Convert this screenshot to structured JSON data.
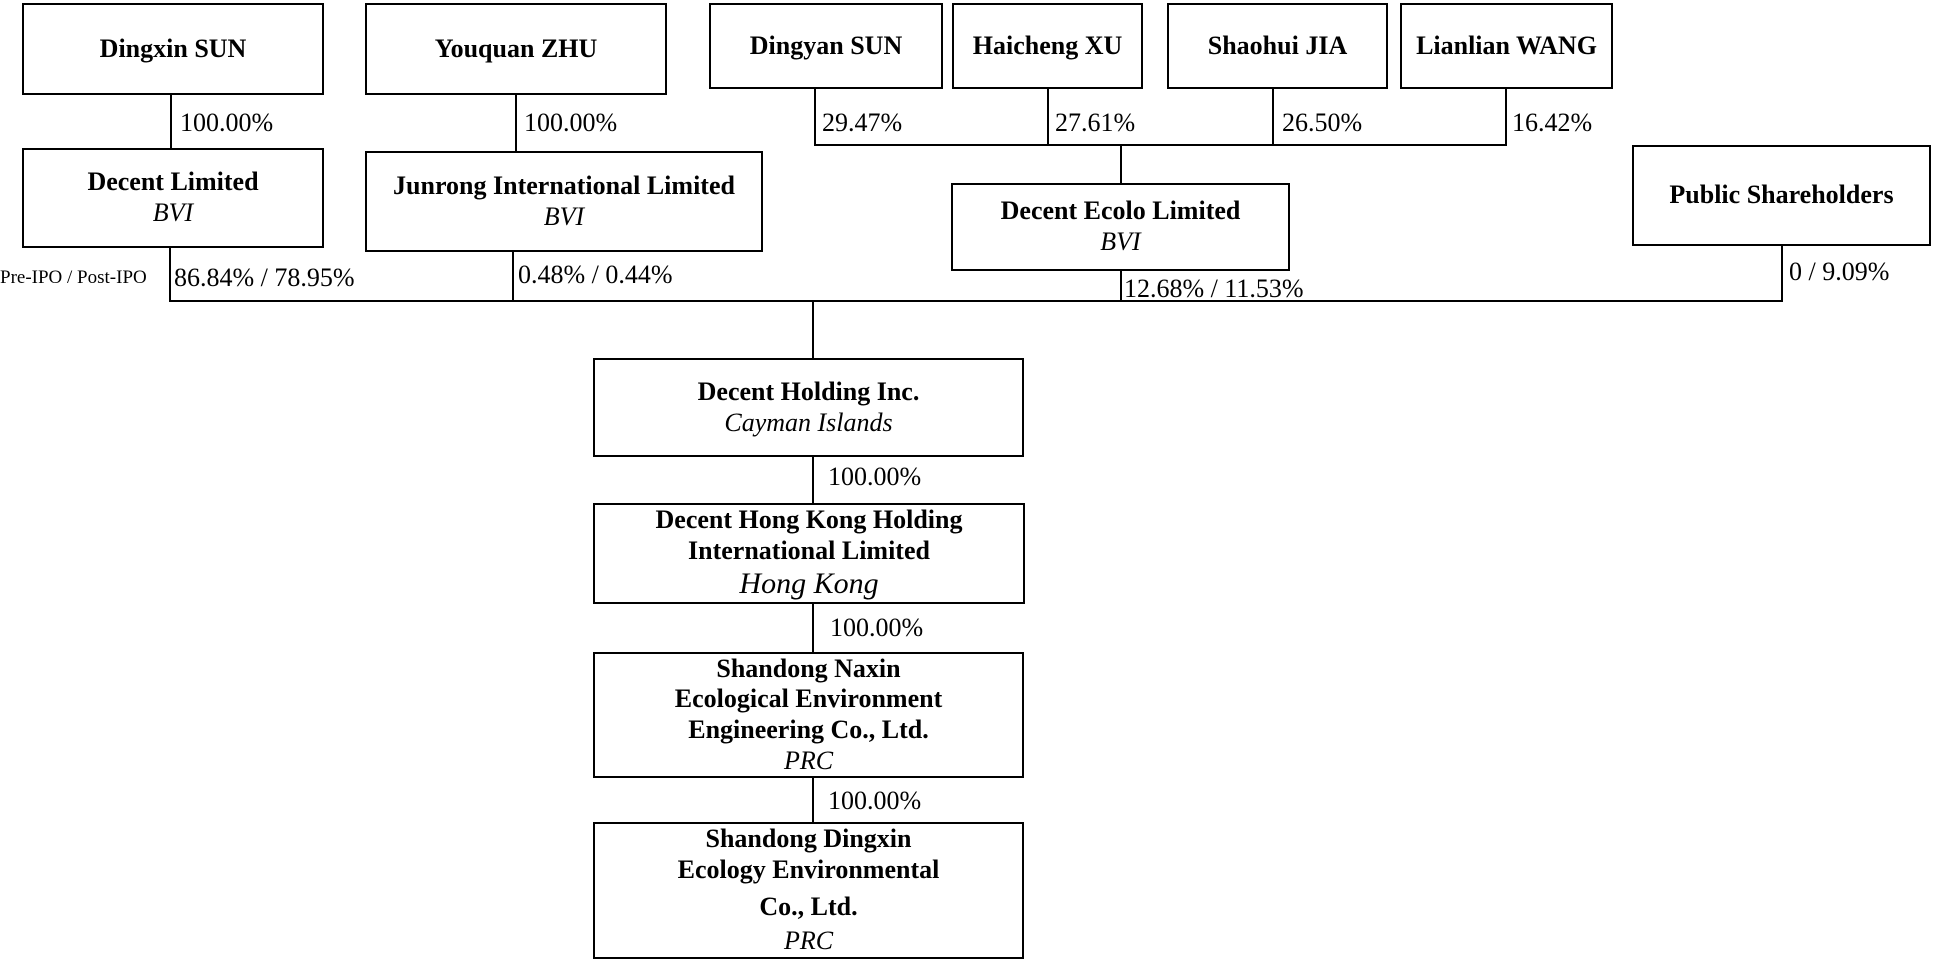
{
  "phase_label": "Pre-IPO / Post-IPO",
  "entities": {
    "dingxin_sun": {
      "name": "Dingxin SUN"
    },
    "youquan_zhu": {
      "name": "Youquan ZHU"
    },
    "dingyan_sun": {
      "name": "Dingyan SUN"
    },
    "haicheng_xu": {
      "name": "Haicheng XU"
    },
    "shaohui_jia": {
      "name": "Shaohui JIA"
    },
    "lianlian_wang": {
      "name": "Lianlian WANG"
    },
    "decent_limited": {
      "name": "Decent Limited",
      "jurisdiction": "BVI"
    },
    "junrong": {
      "name": "Junrong International Limited",
      "jurisdiction": "BVI"
    },
    "decent_ecolo": {
      "name": "Decent Ecolo Limited",
      "jurisdiction": "BVI"
    },
    "public": {
      "name": "Public Shareholders"
    },
    "decent_holding": {
      "name": "Decent Holding Inc.",
      "jurisdiction": "Cayman Islands"
    },
    "decent_hk": {
      "name_line1": "Decent Hong Kong Holding",
      "name_line2": "International Limited",
      "jurisdiction": "Hong Kong"
    },
    "shandong_naxin": {
      "name_line1": "Shandong Naxin",
      "name_line2": "Ecological Environment",
      "name_line3": "Engineering Co., Ltd.",
      "jurisdiction": "PRC"
    },
    "shandong_dingxin": {
      "name_line1": "Shandong Dingxin",
      "name_line2": "Ecology Environmental",
      "name_line3": "Co., Ltd.",
      "jurisdiction": "PRC"
    }
  },
  "ownership": {
    "dingxin_to_decent_limited": "100.00%",
    "youquan_to_junrong": "100.00%",
    "dingyan_to_ecolo": "29.47%",
    "haicheng_to_ecolo": "27.61%",
    "shaohui_to_ecolo": "26.50%",
    "lianlian_to_ecolo": "16.42%",
    "decent_limited_to_holding": "86.84% / 78.95%",
    "junrong_to_holding": "0.48% / 0.44%",
    "ecolo_to_holding": "12.68% / 11.53%",
    "public_to_holding": "0 / 9.09%",
    "holding_to_hk": "100.00%",
    "hk_to_naxin": "100.00%",
    "naxin_to_dingxin": "100.00%"
  }
}
